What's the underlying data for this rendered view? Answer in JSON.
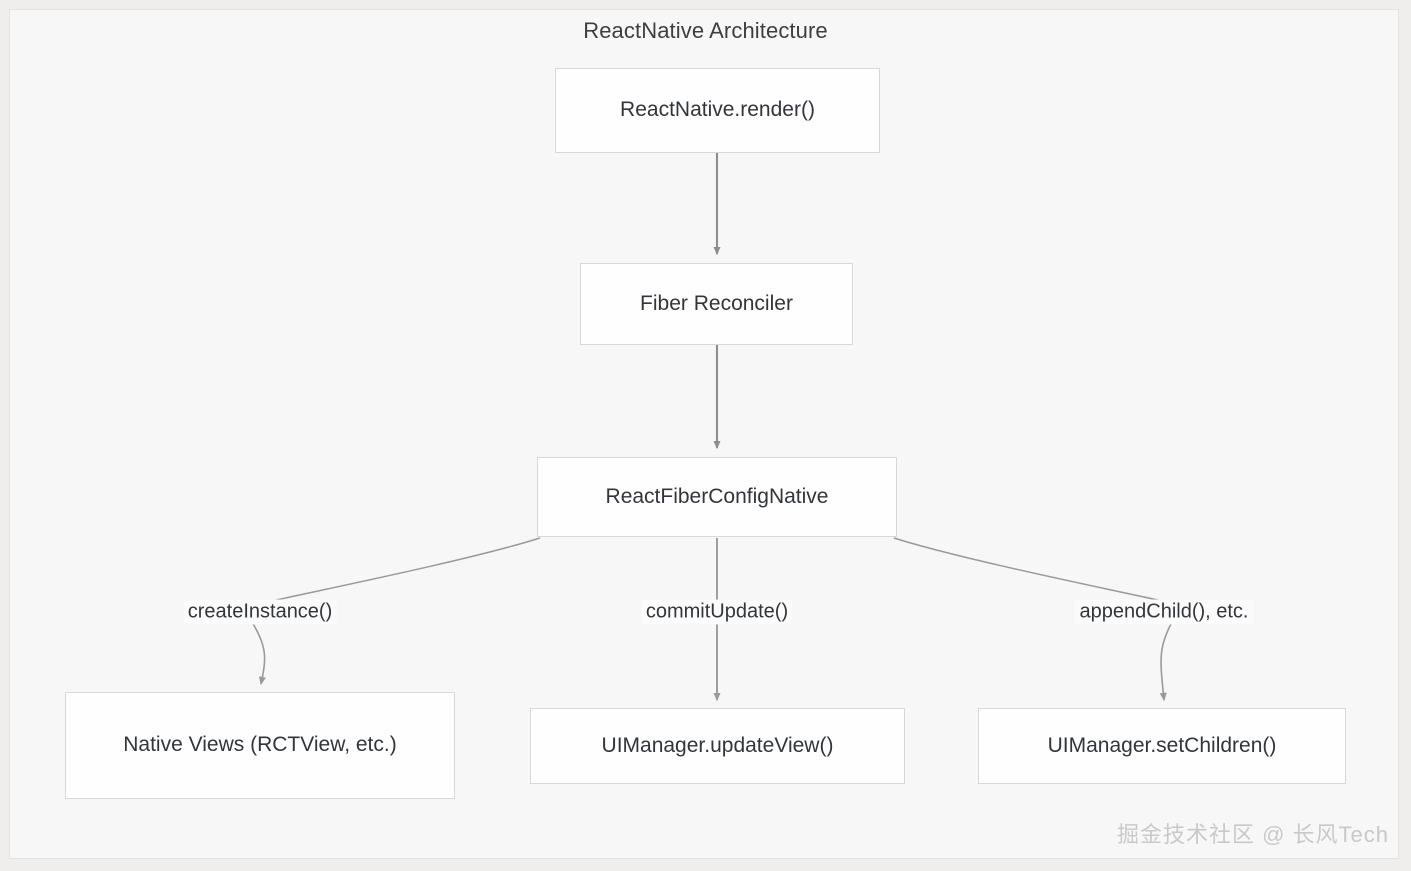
{
  "diagram": {
    "title": "ReactNative Architecture",
    "type": "flowchart",
    "nodes": [
      {
        "id": "render",
        "label": "ReactNative.render()"
      },
      {
        "id": "fiber",
        "label": "Fiber Reconciler"
      },
      {
        "id": "config",
        "label": "ReactFiberConfigNative"
      },
      {
        "id": "nativeviews",
        "label": "Native Views (RCTView, etc.)"
      },
      {
        "id": "updateview",
        "label": "UIManager.updateView()"
      },
      {
        "id": "setchildren",
        "label": "UIManager.setChildren()"
      }
    ],
    "edges": [
      {
        "from": "render",
        "to": "fiber",
        "label": ""
      },
      {
        "from": "fiber",
        "to": "config",
        "label": ""
      },
      {
        "from": "config",
        "to": "nativeviews",
        "label": "createInstance()"
      },
      {
        "from": "config",
        "to": "updateview",
        "label": "commitUpdate()"
      },
      {
        "from": "config",
        "to": "setchildren",
        "label": "appendChild(), etc."
      }
    ],
    "edge_labels": {
      "create_instance": "createInstance()",
      "commit_update": "commitUpdate()",
      "append_child": "appendChild(), etc."
    },
    "colors": {
      "page_background": "#efeeec",
      "panel_background": "#f7f7f7",
      "node_fill": "#fefefe",
      "node_border": "#d8d8d8",
      "edge_stroke": "#888888",
      "branch_stroke": "#9a9a9a",
      "text": "#32363b",
      "title_text": "#3c4043",
      "watermark_text": "#c9c9c9"
    }
  },
  "watermark": {
    "text": "掘金技术社区 @ 长风Tech"
  }
}
